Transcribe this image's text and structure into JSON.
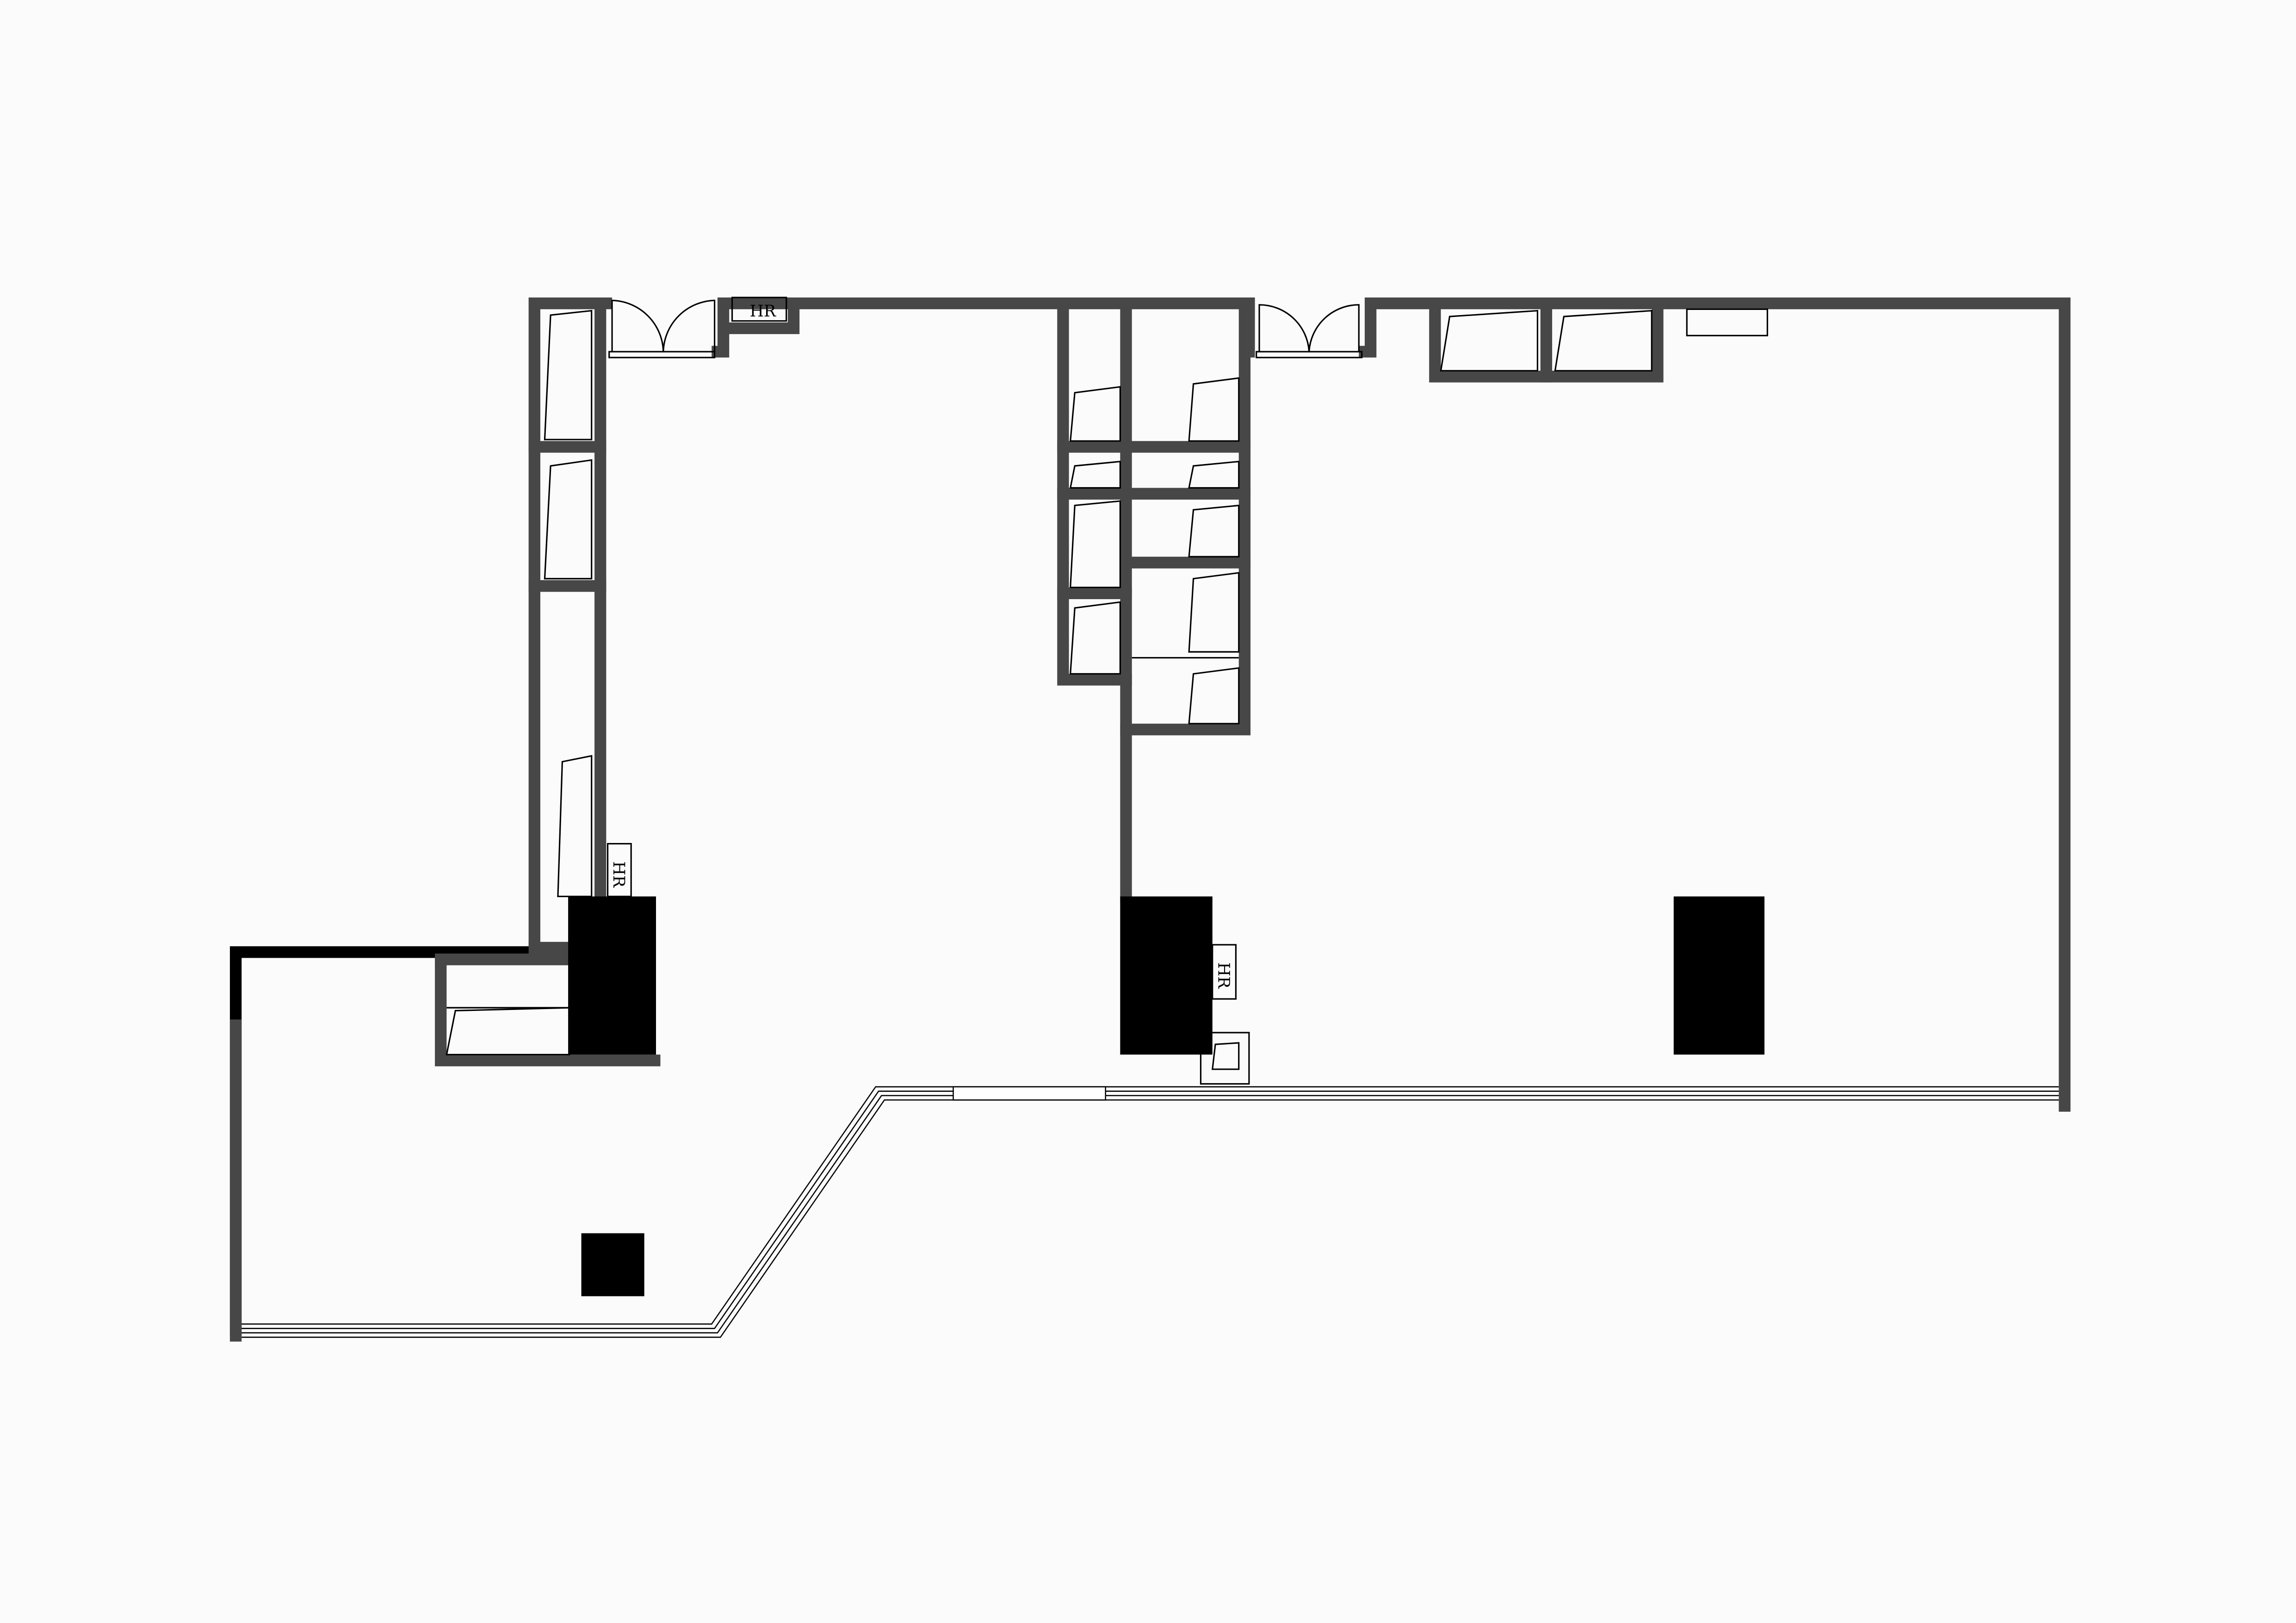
{
  "plan": {
    "labels": {
      "hr_top": "HR",
      "hr_left": "HR",
      "hr_center": "HR"
    },
    "colors": {
      "wall": "#474747",
      "column": "#000000",
      "background": "#fbfbfb"
    }
  }
}
